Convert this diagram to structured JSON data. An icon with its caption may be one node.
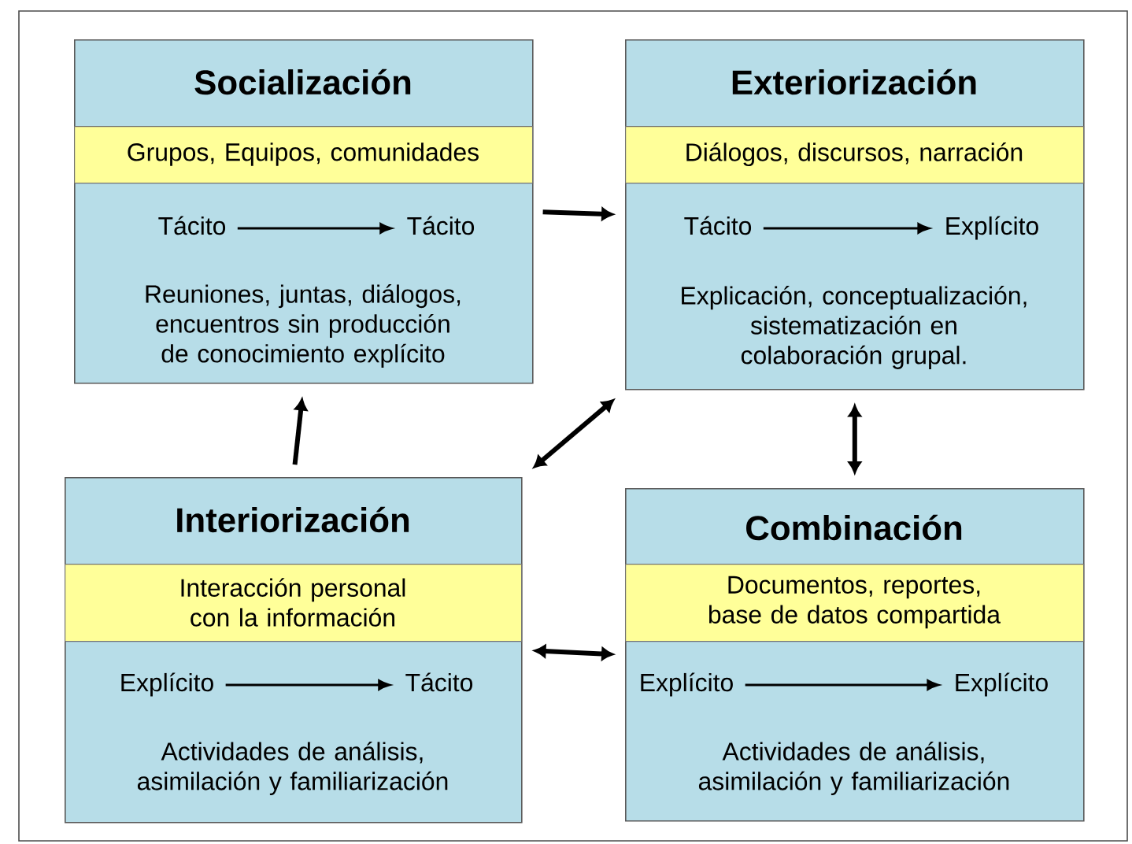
{
  "diagram": {
    "nodes": [
      {
        "text": [
          "Socialización",
          "Reuniones, juntas, diálogos, encuentros sin producción de conocimiento explícito"
        ]
      },
      {
        "text": [
          "Grupos, Equipos, comunidades"
        ],
        "in": 0
      },
      {
        "text": [
          "Tácito"
        ],
        "in": 0
      },
      {
        "text": [
          "Tácito"
        ],
        "in": 0
      },
      {
        "text": [
          "Exteriorización",
          "Explicación, conceptualización, sistematización en colaboración grupal."
        ]
      },
      {
        "text": [
          "Diálogos, discursos, narración"
        ],
        "in": 4
      },
      {
        "text": [
          "Tácito"
        ],
        "in": 4
      },
      {
        "text": [
          "Explícito"
        ],
        "in": 4
      },
      {
        "text": [
          "Interiorización",
          "Actividades de análisis, asimilación y familiarización"
        ]
      },
      {
        "text": [
          "Interacción personal con la información"
        ],
        "in": 8
      },
      {
        "text": [
          "Explícito"
        ],
        "in": 8
      },
      {
        "text": [
          "Tácito"
        ],
        "in": 8
      },
      {
        "text": [
          "Combinación",
          "Actividades de análisis, asimilación y familiarización"
        ]
      },
      {
        "text": [
          "Documentos, reportes, base de datos compartida"
        ],
        "in": 12
      },
      {
        "text": [
          "Explícito"
        ],
        "in": 12
      },
      {
        "text": [
          "Explícito"
        ],
        "in": 12
      }
    ],
    "edges": [
      {
        "from": 2,
        "to": 3,
        "arrow": "to"
      },
      {
        "from": 6,
        "to": 7,
        "arrow": "to"
      },
      {
        "from": 10,
        "to": 11,
        "arrow": "to"
      },
      {
        "from": 14,
        "to": 15,
        "arrow": "to"
      },
      {
        "from": 0,
        "to": 4,
        "arrow": "to"
      },
      {
        "from": 8,
        "to": 4,
        "arrow": "both"
      },
      {
        "from": 4,
        "to": 12,
        "arrow": "both"
      },
      {
        "from": 8,
        "to": 0,
        "arrow": "to"
      },
      {
        "from": 8,
        "to": 12,
        "arrow": "both"
      }
    ]
  }
}
